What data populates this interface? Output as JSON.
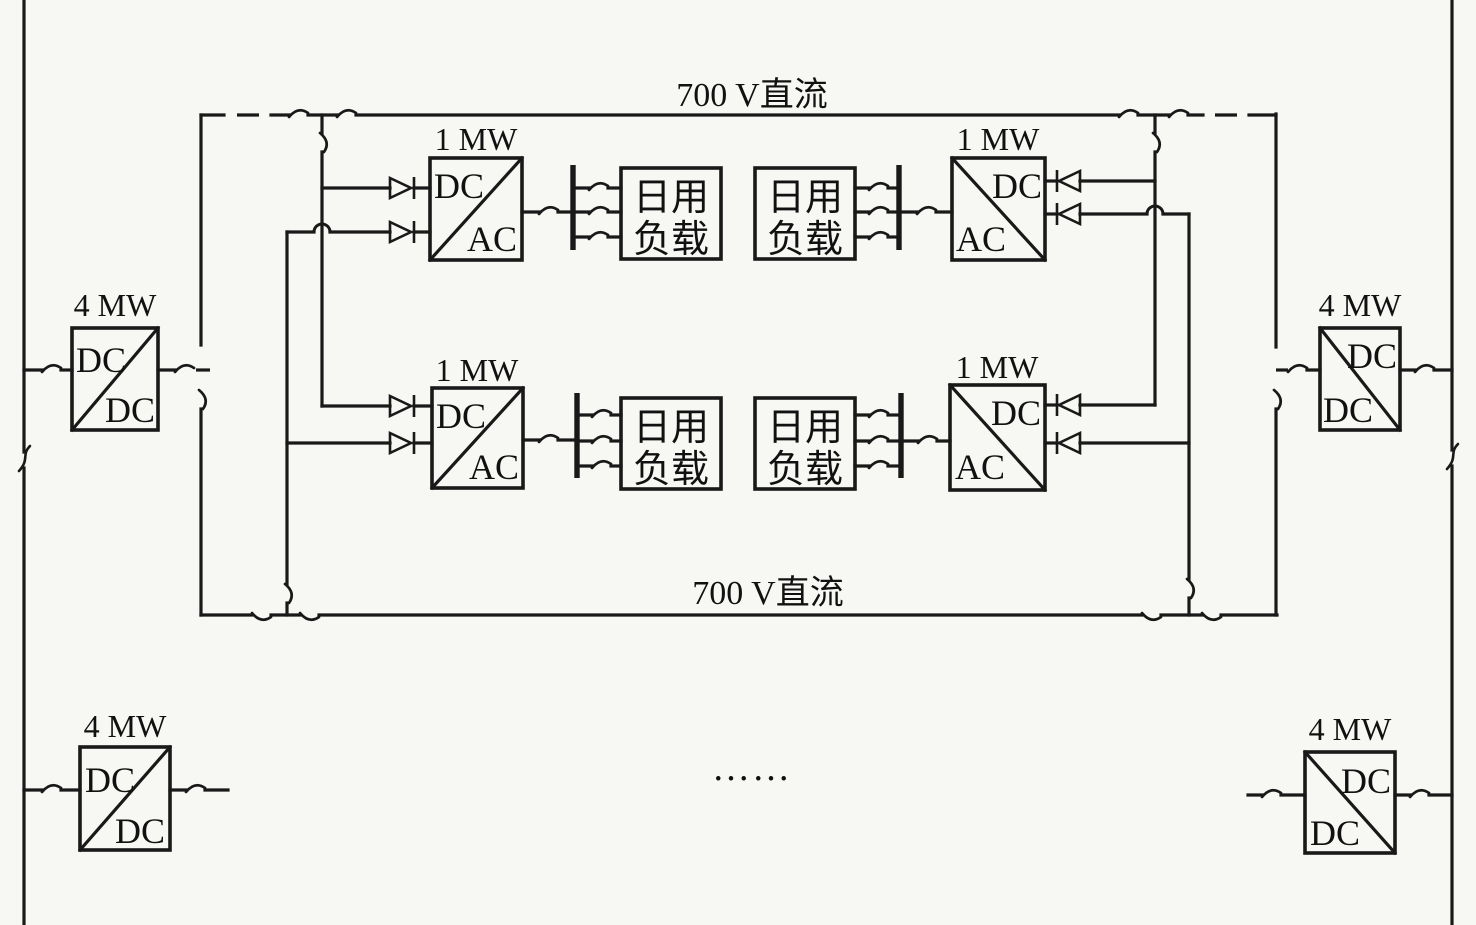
{
  "diagram": {
    "colors": {
      "line": "#191919",
      "background": "#f7f7f4"
    },
    "buses": {
      "top": {
        "label": "700 V直流"
      },
      "bottom": {
        "label": "700 V直流"
      }
    },
    "dc_dc_converters": [
      {
        "position": "left",
        "rating": "4 MW",
        "top_label": "DC",
        "bottom_label": "DC"
      },
      {
        "position": "right",
        "rating": "4 MW",
        "top_label": "DC",
        "bottom_label": "DC"
      },
      {
        "position": "bottom-left",
        "rating": "4 MW",
        "top_label": "DC",
        "bottom_label": "DC"
      },
      {
        "position": "bottom-right",
        "rating": "4 MW",
        "top_label": "DC",
        "bottom_label": "DC"
      }
    ],
    "dc_ac_converters": [
      {
        "position": "upper-left",
        "rating": "1 MW",
        "dc_label": "DC",
        "ac_label": "AC"
      },
      {
        "position": "upper-right",
        "rating": "1 MW",
        "dc_label": "DC",
        "ac_label": "AC"
      },
      {
        "position": "lower-left",
        "rating": "1 MW",
        "dc_label": "DC",
        "ac_label": "AC"
      },
      {
        "position": "lower-right",
        "rating": "1 MW",
        "dc_label": "DC",
        "ac_label": "AC"
      }
    ],
    "loads": [
      {
        "position": "upper-left",
        "line1": "日用",
        "line2": "负载"
      },
      {
        "position": "upper-right",
        "line1": "日用",
        "line2": "负载"
      },
      {
        "position": "lower-left",
        "line1": "日用",
        "line2": "负载"
      },
      {
        "position": "lower-right",
        "line1": "日用",
        "line2": "负载"
      }
    ],
    "ellipsis": "……"
  }
}
